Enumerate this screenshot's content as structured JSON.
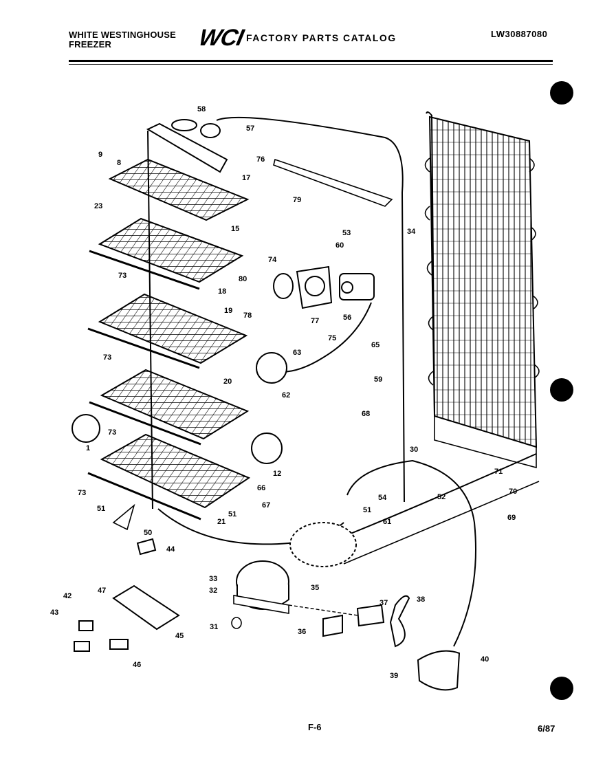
{
  "header": {
    "brand_line1": "WHITE WESTINGHOUSE",
    "brand_line2": "FREEZER",
    "logo": "WCI",
    "catalog_title": "FACTORY PARTS CATALOG",
    "model_number": "LW30887080"
  },
  "footer": {
    "page": "F-6",
    "date": "6/87"
  },
  "callouts": [
    {
      "label": "58"
    },
    {
      "label": "57"
    },
    {
      "label": "9"
    },
    {
      "label": "8"
    },
    {
      "label": "17"
    },
    {
      "label": "76"
    },
    {
      "label": "79"
    },
    {
      "label": "23"
    },
    {
      "label": "15"
    },
    {
      "label": "53"
    },
    {
      "label": "60"
    },
    {
      "label": "34"
    },
    {
      "label": "74"
    },
    {
      "label": "73"
    },
    {
      "label": "80"
    },
    {
      "label": "18"
    },
    {
      "label": "19"
    },
    {
      "label": "78"
    },
    {
      "label": "77"
    },
    {
      "label": "56"
    },
    {
      "label": "75"
    },
    {
      "label": "65"
    },
    {
      "label": "73"
    },
    {
      "label": "63"
    },
    {
      "label": "62"
    },
    {
      "label": "59"
    },
    {
      "label": "20"
    },
    {
      "label": "68"
    },
    {
      "label": "73"
    },
    {
      "label": "1"
    },
    {
      "label": "30"
    },
    {
      "label": "12"
    },
    {
      "label": "71"
    },
    {
      "label": "73"
    },
    {
      "label": "66"
    },
    {
      "label": "54"
    },
    {
      "label": "52"
    },
    {
      "label": "70"
    },
    {
      "label": "51"
    },
    {
      "label": "67"
    },
    {
      "label": "51"
    },
    {
      "label": "51"
    },
    {
      "label": "61"
    },
    {
      "label": "69"
    },
    {
      "label": "21"
    },
    {
      "label": "50"
    },
    {
      "label": "44"
    },
    {
      "label": "33"
    },
    {
      "label": "32"
    },
    {
      "label": "35"
    },
    {
      "label": "47"
    },
    {
      "label": "42"
    },
    {
      "label": "37"
    },
    {
      "label": "38"
    },
    {
      "label": "43"
    },
    {
      "label": "31"
    },
    {
      "label": "36"
    },
    {
      "label": "45"
    },
    {
      "label": "46"
    },
    {
      "label": "40"
    },
    {
      "label": "39"
    }
  ]
}
